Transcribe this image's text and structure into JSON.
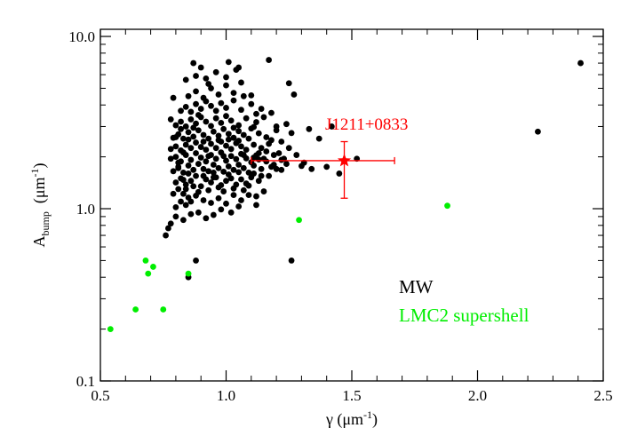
{
  "chart_data": {
    "type": "scatter",
    "x_axis": {
      "label_main": "γ (μm",
      "label_sup": "-1",
      "label_close": ")",
      "range": [
        0.5,
        2.5
      ],
      "ticks": [
        0.5,
        1.0,
        1.5,
        2.0,
        2.5
      ],
      "tick_labels": [
        "0.5",
        "1.0",
        "1.5",
        "2.0",
        "2.5"
      ]
    },
    "y_axis": {
      "label_main": "A",
      "label_sub": "bump",
      "label_rest": "  (μm",
      "label_sup": "-1",
      "label_close": ")",
      "scale": "log",
      "range": [
        0.1,
        11.0
      ],
      "ticks": [
        0.1,
        1.0,
        10.0
      ],
      "tick_labels": [
        "0.1",
        "1.0",
        "10.0"
      ]
    },
    "grid": false,
    "legend_position": "bottom-right",
    "series": [
      {
        "name": "MW",
        "color": "#000000",
        "points": [
          [
            0.76,
            0.7
          ],
          [
            0.77,
            0.77
          ],
          [
            0.78,
            0.82
          ],
          [
            0.8,
            0.9
          ],
          [
            0.83,
            0.86
          ],
          [
            0.8,
            1.02
          ],
          [
            0.82,
            1.1
          ],
          [
            0.84,
            1.05
          ],
          [
            0.86,
            0.93
          ],
          [
            0.89,
            0.95
          ],
          [
            0.92,
            0.88
          ],
          [
            0.95,
            0.92
          ],
          [
            0.98,
            0.99
          ],
          [
            0.79,
            1.22
          ],
          [
            0.81,
            1.3
          ],
          [
            0.83,
            1.22
          ],
          [
            0.85,
            1.16
          ],
          [
            0.88,
            1.19
          ],
          [
            0.91,
            1.12
          ],
          [
            0.94,
            1.08
          ],
          [
            0.97,
            1.15
          ],
          [
            1.0,
            1.07
          ],
          [
            1.03,
            1.2
          ],
          [
            1.06,
            1.12
          ],
          [
            1.09,
            1.2
          ],
          [
            1.12,
            1.18
          ],
          [
            1.15,
            1.26
          ],
          [
            0.8,
            1.42
          ],
          [
            0.82,
            1.5
          ],
          [
            0.84,
            1.38
          ],
          [
            0.86,
            1.45
          ],
          [
            0.88,
            1.55
          ],
          [
            0.9,
            1.35
          ],
          [
            0.92,
            1.48
          ],
          [
            0.94,
            1.42
          ],
          [
            0.96,
            1.52
          ],
          [
            0.98,
            1.37
          ],
          [
            1.0,
            1.45
          ],
          [
            1.02,
            1.5
          ],
          [
            1.04,
            1.38
          ],
          [
            1.06,
            1.48
          ],
          [
            1.08,
            1.4
          ],
          [
            1.1,
            1.52
          ],
          [
            1.13,
            1.45
          ],
          [
            1.17,
            1.55
          ],
          [
            0.79,
            1.65
          ],
          [
            0.81,
            1.72
          ],
          [
            0.83,
            1.62
          ],
          [
            0.85,
            1.78
          ],
          [
            0.87,
            1.68
          ],
          [
            0.89,
            1.82
          ],
          [
            0.91,
            1.7
          ],
          [
            0.93,
            1.65
          ],
          [
            0.95,
            1.8
          ],
          [
            0.97,
            1.72
          ],
          [
            0.99,
            1.64
          ],
          [
            1.01,
            1.76
          ],
          [
            1.03,
            1.68
          ],
          [
            1.05,
            1.8
          ],
          [
            1.07,
            1.72
          ],
          [
            1.09,
            1.62
          ],
          [
            1.11,
            1.78
          ],
          [
            1.14,
            1.7
          ],
          [
            1.18,
            1.75
          ],
          [
            1.22,
            1.68
          ],
          [
            0.78,
            1.95
          ],
          [
            0.8,
            2.0
          ],
          [
            0.82,
            1.88
          ],
          [
            0.84,
            2.05
          ],
          [
            0.86,
            1.92
          ],
          [
            0.88,
            2.1
          ],
          [
            0.9,
            1.98
          ],
          [
            0.92,
            1.88
          ],
          [
            0.94,
            2.05
          ],
          [
            0.96,
            1.95
          ],
          [
            0.98,
            2.12
          ],
          [
            1.0,
            1.9
          ],
          [
            1.02,
            2.02
          ],
          [
            1.04,
            1.94
          ],
          [
            1.06,
            2.08
          ],
          [
            1.08,
            1.96
          ],
          [
            1.1,
            1.86
          ],
          [
            1.12,
            2.04
          ],
          [
            1.15,
            1.95
          ],
          [
            1.19,
            2.05
          ],
          [
            0.78,
            2.22
          ],
          [
            0.8,
            2.3
          ],
          [
            0.82,
            2.18
          ],
          [
            0.84,
            2.35
          ],
          [
            0.86,
            2.25
          ],
          [
            0.88,
            2.42
          ],
          [
            0.9,
            2.28
          ],
          [
            0.92,
            2.2
          ],
          [
            0.94,
            2.38
          ],
          [
            0.96,
            2.25
          ],
          [
            0.98,
            2.45
          ],
          [
            1.0,
            2.32
          ],
          [
            1.02,
            2.22
          ],
          [
            1.04,
            2.4
          ],
          [
            1.06,
            2.3
          ],
          [
            1.08,
            2.2
          ],
          [
            1.11,
            2.35
          ],
          [
            1.14,
            2.25
          ],
          [
            1.17,
            2.38
          ],
          [
            0.79,
            2.58
          ],
          [
            0.81,
            2.7
          ],
          [
            0.83,
            2.55
          ],
          [
            0.85,
            2.78
          ],
          [
            0.87,
            2.62
          ],
          [
            0.89,
            2.85
          ],
          [
            0.91,
            2.68
          ],
          [
            0.93,
            2.55
          ],
          [
            0.95,
            2.8
          ],
          [
            0.97,
            2.65
          ],
          [
            0.99,
            2.9
          ],
          [
            1.01,
            2.72
          ],
          [
            1.03,
            2.58
          ],
          [
            1.05,
            2.82
          ],
          [
            1.07,
            2.68
          ],
          [
            1.1,
            2.92
          ],
          [
            1.13,
            2.74
          ],
          [
            1.16,
            2.6
          ],
          [
            1.2,
            2.85
          ],
          [
            0.8,
            3.05
          ],
          [
            0.82,
            3.2
          ],
          [
            0.84,
            3.0
          ],
          [
            0.86,
            3.3
          ],
          [
            0.88,
            3.12
          ],
          [
            0.9,
            3.4
          ],
          [
            0.92,
            3.2
          ],
          [
            0.94,
            3.02
          ],
          [
            0.96,
            3.35
          ],
          [
            0.98,
            3.15
          ],
          [
            1.0,
            3.45
          ],
          [
            1.02,
            3.25
          ],
          [
            1.05,
            3.05
          ],
          [
            1.08,
            3.35
          ],
          [
            1.12,
            3.18
          ],
          [
            1.15,
            3.4
          ],
          [
            0.82,
            3.7
          ],
          [
            0.84,
            3.9
          ],
          [
            0.86,
            3.65
          ],
          [
            0.88,
            4.05
          ],
          [
            0.9,
            3.8
          ],
          [
            0.92,
            4.2
          ],
          [
            0.94,
            3.95
          ],
          [
            0.96,
            3.7
          ],
          [
            0.98,
            4.1
          ],
          [
            1.0,
            3.85
          ],
          [
            1.03,
            4.25
          ],
          [
            1.06,
            3.75
          ],
          [
            1.1,
            4.05
          ],
          [
            1.14,
            3.8
          ],
          [
            0.85,
            4.5
          ],
          [
            0.88,
            4.8
          ],
          [
            0.91,
            4.4
          ],
          [
            0.94,
            5.0
          ],
          [
            0.97,
            4.6
          ],
          [
            1.0,
            5.2
          ],
          [
            1.03,
            4.7
          ],
          [
            1.06,
            5.4
          ],
          [
            1.1,
            4.55
          ],
          [
            0.84,
            5.6
          ],
          [
            0.88,
            5.9
          ],
          [
            0.92,
            5.7
          ],
          [
            0.96,
            6.2
          ],
          [
            1.0,
            5.8
          ],
          [
            1.04,
            6.4
          ],
          [
            0.87,
            7.0
          ],
          [
            1.01,
            7.1
          ],
          [
            1.05,
            6.6
          ],
          [
            0.9,
            6.6
          ],
          [
            0.93,
            5.3
          ],
          [
            0.79,
            4.4
          ],
          [
            0.82,
            2.9
          ],
          [
            0.78,
            3.3
          ],
          [
            0.8,
            2.6
          ],
          [
            0.81,
            1.85
          ],
          [
            0.83,
            1.47
          ],
          [
            0.84,
            1.3
          ],
          [
            0.86,
            1.1
          ],
          [
            0.85,
            1.6
          ],
          [
            0.87,
            1.35
          ],
          [
            0.89,
            1.25
          ],
          [
            0.91,
            1.55
          ],
          [
            0.93,
            1.28
          ],
          [
            0.95,
            1.62
          ],
          [
            0.97,
            1.33
          ],
          [
            0.99,
            1.26
          ],
          [
            1.01,
            1.58
          ],
          [
            1.03,
            1.31
          ],
          [
            1.05,
            1.63
          ],
          [
            1.07,
            1.28
          ],
          [
            1.09,
            1.36
          ],
          [
            1.11,
            1.6
          ],
          [
            1.13,
            1.93
          ],
          [
            1.16,
            2.15
          ],
          [
            1.18,
            2.5
          ],
          [
            1.2,
            3.0
          ],
          [
            1.22,
            2.45
          ],
          [
            1.24,
            3.1
          ],
          [
            1.26,
            2.75
          ],
          [
            1.27,
            4.6
          ],
          [
            1.25,
            5.35
          ],
          [
            1.17,
            7.3
          ],
          [
            1.07,
            4.5
          ],
          [
            1.12,
            3.55
          ],
          [
            1.18,
            3.6
          ],
          [
            1.21,
            2.1
          ],
          [
            1.23,
            1.95
          ],
          [
            1.12,
            1.05
          ],
          [
            1.05,
            1.03
          ],
          [
            1.02,
            0.95
          ],
          [
            1.13,
            2.1
          ],
          [
            1.16,
            1.88
          ],
          [
            1.19,
            1.8
          ],
          [
            1.22,
            1.92
          ],
          [
            1.25,
            2.25
          ],
          [
            1.28,
            2.05
          ],
          [
            1.31,
            1.85
          ],
          [
            1.34,
            1.7
          ],
          [
            1.37,
            2.55
          ],
          [
            1.4,
            1.75
          ],
          [
            1.45,
            1.6
          ],
          [
            1.52,
            1.95
          ],
          [
            1.3,
            1.77
          ],
          [
            1.33,
            2.9
          ],
          [
            1.42,
            3.0
          ],
          [
            1.2,
            1.7
          ],
          [
            1.11,
            1.98
          ],
          [
            1.14,
            1.55
          ],
          [
            1.24,
            1.82
          ],
          [
            0.85,
            0.4
          ],
          [
            0.88,
            0.5
          ],
          [
            1.26,
            0.5
          ],
          [
            2.24,
            2.8
          ],
          [
            2.41,
            7.0
          ],
          [
            0.81,
            1.75
          ],
          [
            0.83,
            2.12
          ],
          [
            0.85,
            2.52
          ],
          [
            0.87,
            2.95
          ],
          [
            0.89,
            3.5
          ],
          [
            0.91,
            2.45
          ],
          [
            0.93,
            2.02
          ],
          [
            0.95,
            1.52
          ],
          [
            0.97,
            2.5
          ],
          [
            0.99,
            2.02
          ],
          [
            1.01,
            2.52
          ],
          [
            1.03,
            2.95
          ],
          [
            1.05,
            2.48
          ],
          [
            1.07,
            2.05
          ],
          [
            1.09,
            2.55
          ],
          [
            1.11,
            2.98
          ]
        ]
      },
      {
        "name": "LMC2 supershell",
        "color": "#00ee00",
        "points": [
          [
            0.54,
            0.2
          ],
          [
            0.64,
            0.26
          ],
          [
            0.68,
            0.5
          ],
          [
            0.69,
            0.42
          ],
          [
            0.71,
            0.46
          ],
          [
            0.75,
            0.26
          ],
          [
            0.85,
            0.42
          ],
          [
            1.29,
            0.86
          ],
          [
            1.88,
            1.04
          ]
        ]
      }
    ],
    "highlight": {
      "label": "J1211+0833",
      "color": "#ff0000",
      "x": 1.47,
      "y": 1.9,
      "x_err": [
        1.1,
        1.67
      ],
      "y_err": [
        1.15,
        2.45
      ]
    },
    "legend": [
      {
        "label": "MW",
        "color": "#000000"
      },
      {
        "label": "LMC2 supershell",
        "color": "#00ee00"
      }
    ]
  }
}
